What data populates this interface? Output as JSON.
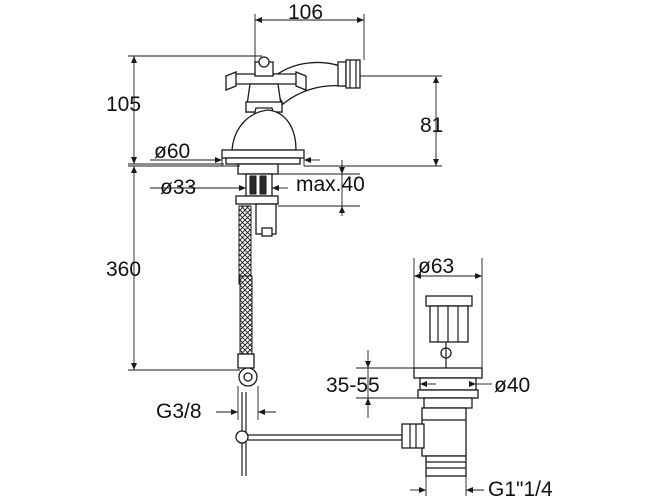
{
  "drawing": {
    "type": "technical dimension drawing",
    "dimensions": {
      "top_width": "106",
      "total_height": "105",
      "spout_height": "81",
      "base_diameter": "ø60",
      "hole_diameter": "ø33",
      "deck_thickness": "max.40",
      "hose_length": "360",
      "hose_thread": "G3/8",
      "popup_diameter": "ø63",
      "basin_thickness": "35-55",
      "drain_diameter": "ø40",
      "drain_thread": "G1\"1/4"
    },
    "colors": {
      "line": "#1a1a1a",
      "background": "#ffffff"
    }
  }
}
